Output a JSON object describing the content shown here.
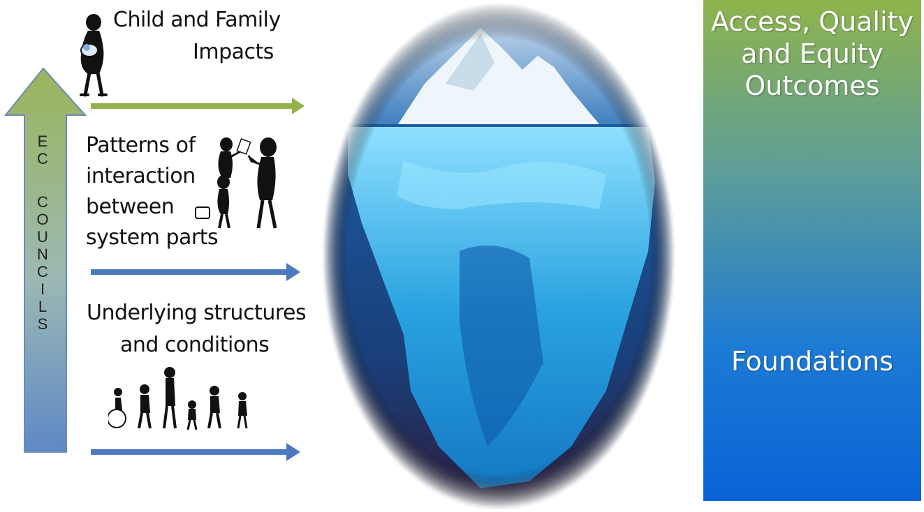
{
  "left": {
    "arrow_letters": [
      "E",
      "C",
      "",
      "C",
      "O",
      "U",
      "N",
      "C",
      "I",
      "L",
      "S"
    ],
    "child_label_line1": "Child and Family",
    "child_label_line2": "Impacts",
    "patterns_lines": [
      "Patterns of",
      "interaction",
      "between",
      "system parts"
    ],
    "underlying_line1": "Underlying structures",
    "underlying_line2": "and conditions"
  },
  "right_panel": {
    "top_lines": [
      "Access, Quality",
      "and Equity",
      "Outcomes"
    ],
    "bottom_label": "Foundations"
  },
  "colors": {
    "green": "#93b24b",
    "blue": "#4c7abf",
    "panel_top": "#8fb44c",
    "panel_bottom": "#0a62d6"
  },
  "icons": {
    "parent_child": "parent-holding-child-icon",
    "meeting": "people-interacting-icon",
    "family": "family-group-icon",
    "iceberg": "iceberg-image"
  }
}
